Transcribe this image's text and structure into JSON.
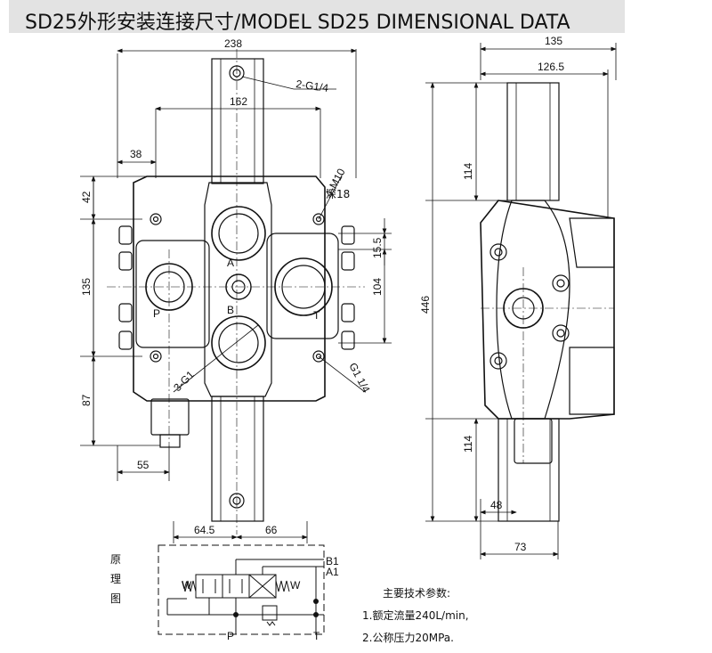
{
  "title": "SD25外形安装连接尺寸/MODEL SD25 DIMENSIONAL DATA",
  "front_view": {
    "dims": {
      "overall_width": "238",
      "top_width": "162",
      "left_offset": "38",
      "top_height": "42",
      "mid_height": "135",
      "bottom_height": "87",
      "bottom_offset": "55",
      "bottom_left": "64.5",
      "bottom_right": "66",
      "port_spacing": "104",
      "port_offset": "15.5"
    },
    "callouts": {
      "top_port": "2-G1/4",
      "mount": "4-M10",
      "depth": "深18",
      "side_port": "G1 1/4",
      "work_ports": "3-G1"
    },
    "port_labels": {
      "a": "A",
      "b": "B",
      "p": "P",
      "t": "T"
    }
  },
  "side_view": {
    "dims": {
      "overall_width": "135",
      "inner_width": "126.5",
      "top_height": "114",
      "overall_height": "446",
      "bottom_height": "114",
      "bottom_offset": "48",
      "bottom_width": "73"
    }
  },
  "schematic": {
    "label_chars": [
      "原",
      "理",
      "图"
    ],
    "ports": {
      "b1": "B1",
      "a1": "A1",
      "p": "P",
      "t": "T",
      "w_left": "W",
      "w_right": "W"
    }
  },
  "specs": {
    "heading": "主要技术参数:",
    "items": [
      "1.额定流量240L/min,",
      "2.公称压力20MPa."
    ]
  }
}
